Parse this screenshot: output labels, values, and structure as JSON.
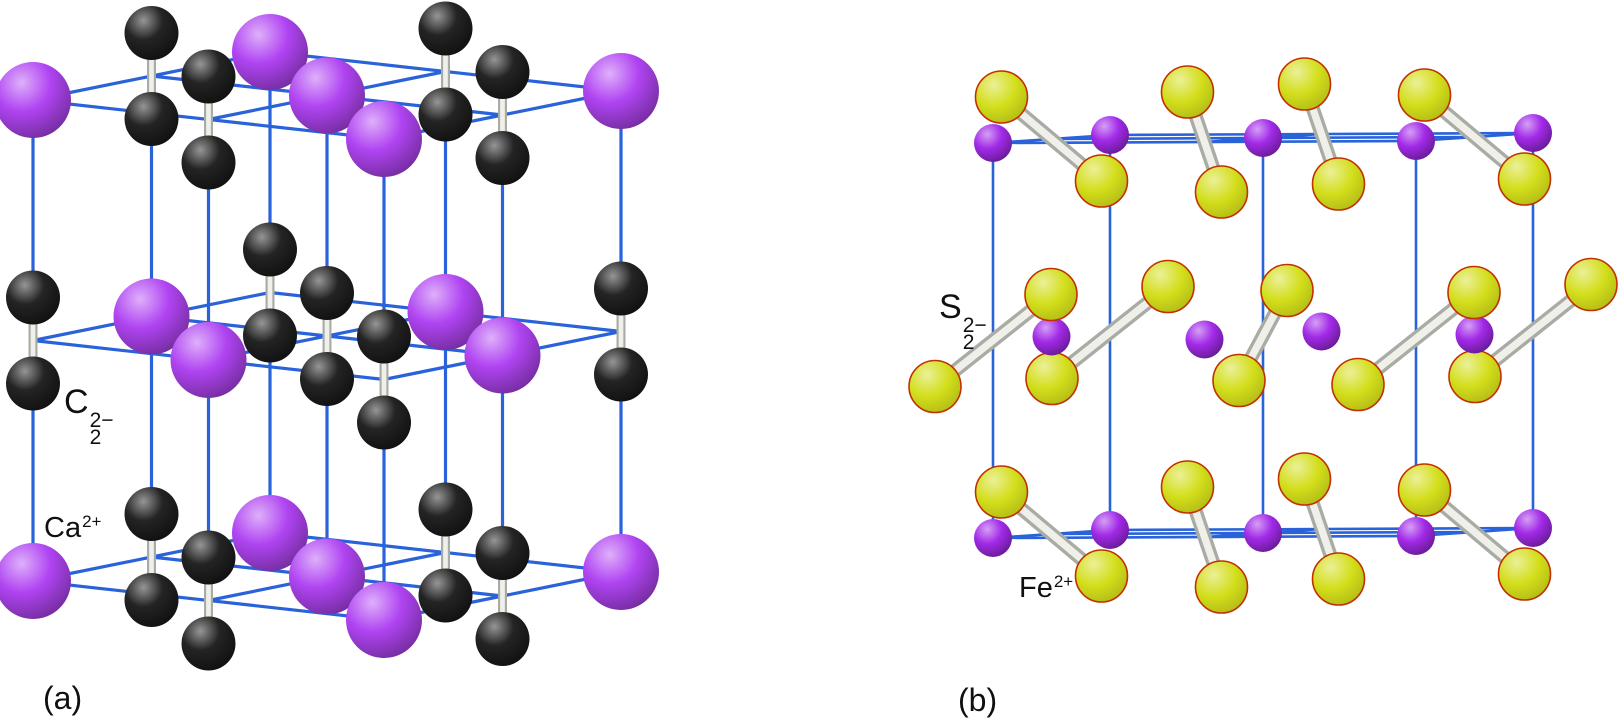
{
  "figure": {
    "description": "Two ball-and-stick crystal structure models",
    "panels": [
      {
        "caption": "(a)",
        "anion_label": {
          "base": "C",
          "sub": "2",
          "sup": "2−"
        },
        "cation_label": {
          "base": "Ca",
          "sup": "2+"
        }
      },
      {
        "caption": "(b)",
        "anion_label": {
          "base": "S",
          "sub": "2",
          "sup": "2−"
        },
        "cation_label": {
          "base": "Fe",
          "sup": "2+"
        }
      }
    ],
    "colors": {
      "background": "#ffffff",
      "cell_line": "#2962d9",
      "cation_a": "#b044f2",
      "anion_a": "#242424",
      "cation_b": "#a22ae8",
      "anion_b": "#d3de1b",
      "anion_b_outline": "#c23000",
      "rod_light": "#f0f0ea",
      "rod_shade": "#a9aca4",
      "text": "#101010"
    }
  }
}
